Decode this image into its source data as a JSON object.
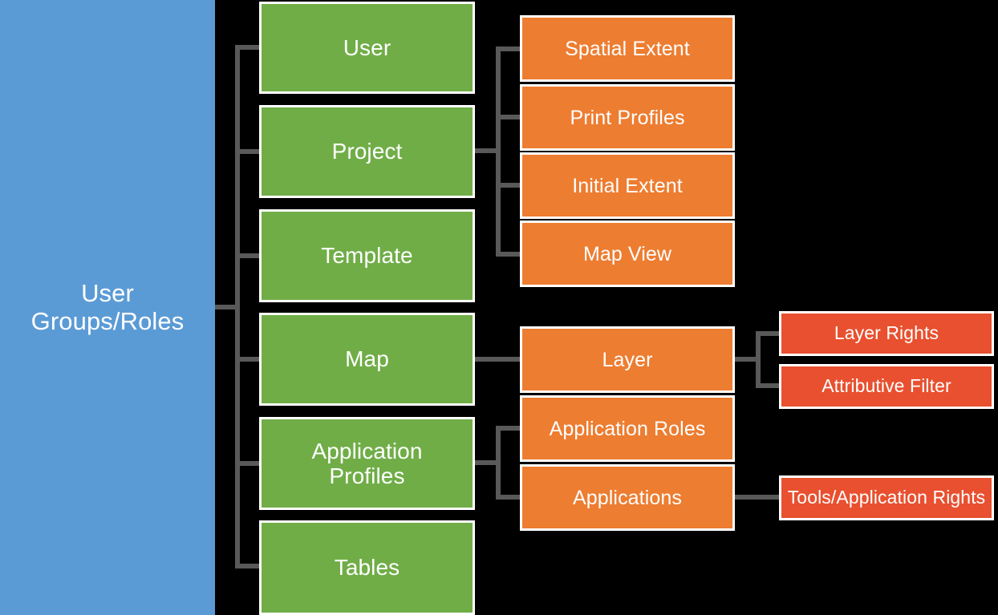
{
  "diagram": {
    "title": "User Groups/Roles hierarchy",
    "background_color": "#000000",
    "connector_color": "#595959",
    "levels": {
      "root_color": "#5B9BD5",
      "level2_color": "#70AD47",
      "level3_color": "#ED7D31",
      "level4_color": "#E8502F",
      "box_border_color": "#FFFFFF",
      "text_color": "#FFFFFF"
    }
  },
  "root": {
    "label": "User\nGroups/Roles"
  },
  "level2": [
    {
      "label": "User"
    },
    {
      "label": "Project"
    },
    {
      "label": "Template"
    },
    {
      "label": "Map"
    },
    {
      "label": "Application\nProfiles"
    },
    {
      "label": "Tables"
    }
  ],
  "level3_group_project": [
    {
      "label": "Spatial Extent"
    },
    {
      "label": "Print Profiles"
    },
    {
      "label": "Initial Extent"
    },
    {
      "label": "Map View"
    }
  ],
  "level3_group_map": [
    {
      "label": "Layer"
    }
  ],
  "level3_group_appprofiles": [
    {
      "label": "Application Roles"
    },
    {
      "label": "Applications"
    }
  ],
  "level4_group_layer": [
    {
      "label": "Layer Rights"
    },
    {
      "label": "Attributive Filter"
    }
  ],
  "level4_group_applications": [
    {
      "label": "Tools/Application Rights"
    }
  ]
}
